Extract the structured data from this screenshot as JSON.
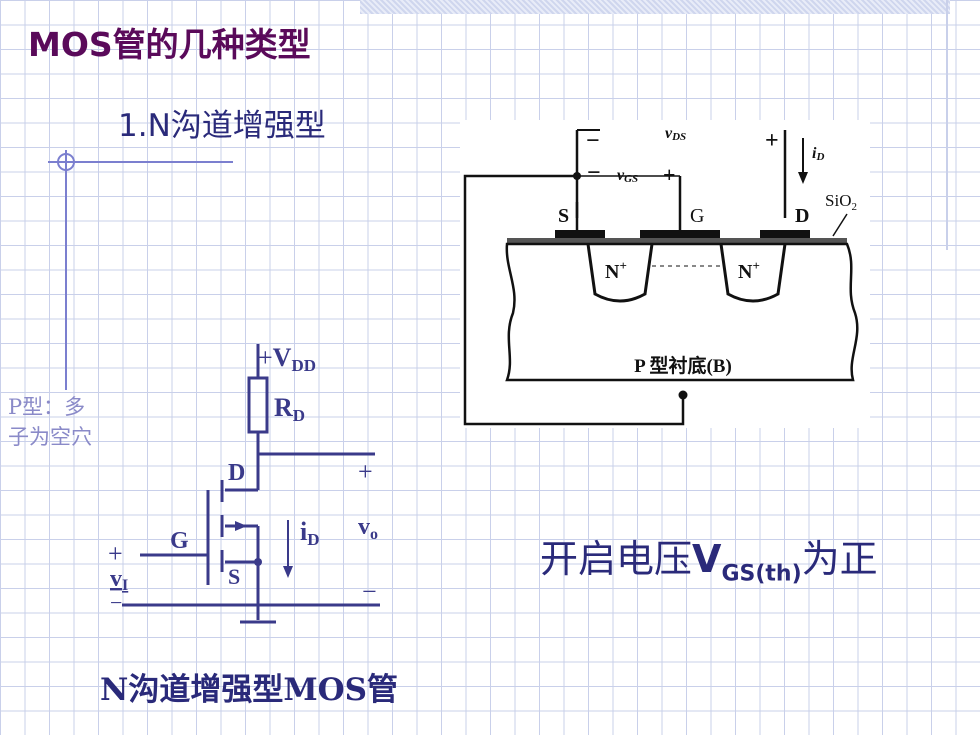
{
  "slide": {
    "title": "MOS管的几种类型",
    "subtitle": "1.N沟道增强型",
    "note_line1": "P型：多",
    "note_line2": "子为空穴",
    "threshold_prefix": "开启电压",
    "threshold_symbol": "V",
    "threshold_sub": "GS(th)",
    "threshold_suffix": "为正",
    "caption": "N沟道增强型MOS管"
  },
  "structure": {
    "v_ds": "v",
    "v_ds_sub": "DS",
    "v_gs": "v",
    "v_gs_sub": "GS",
    "minus": "−",
    "plus": "+",
    "i_d": "i",
    "i_d_sub": "D",
    "s": "S",
    "g": "G",
    "d": "D",
    "sio2": "SiO",
    "sio2_sub": "2",
    "n_left": "N",
    "n_right": "N",
    "n_sup": "+",
    "substrate": "P 型衬底(B)"
  },
  "circuit": {
    "vdd_plus": "+",
    "vdd": "V",
    "vdd_sub": "DD",
    "rd": "R",
    "rd_sub": "D",
    "d": "D",
    "g": "G",
    "s": "S",
    "id": "i",
    "id_sub": "D",
    "vo": "v",
    "vo_sub": "o",
    "vi": "v",
    "vi_sub": "I",
    "plus_out": "+",
    "minus_out": "−",
    "plus_in": "+",
    "minus_in": "−"
  }
}
